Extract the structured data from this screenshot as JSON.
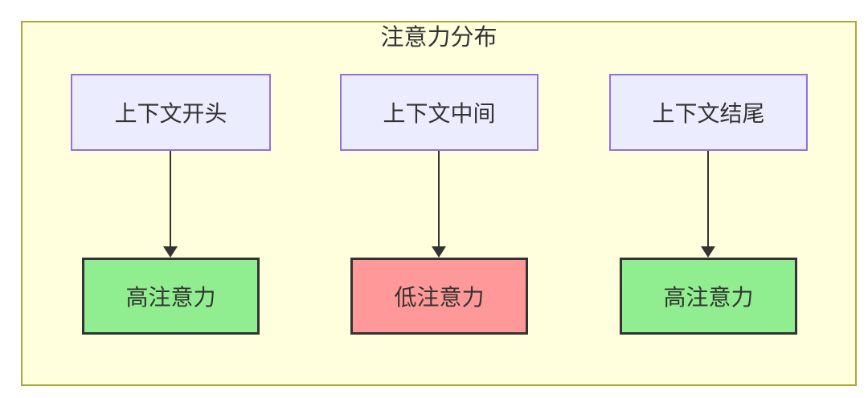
{
  "diagram": {
    "title": "注意力分布",
    "columns": [
      {
        "source": "上下文开头",
        "result": "高注意力",
        "level": "high"
      },
      {
        "source": "上下文中间",
        "result": "低注意力",
        "level": "low"
      },
      {
        "source": "上下文结尾",
        "result": "高注意力",
        "level": "high"
      }
    ],
    "connections": [
      {
        "from": "上下文开头",
        "to": "高注意力",
        "style": "arrow-down"
      },
      {
        "from": "上下文中间",
        "to": "低注意力",
        "style": "arrow-down"
      },
      {
        "from": "上下文结尾",
        "to": "高注意力",
        "style": "arrow-down"
      }
    ],
    "colors": {
      "container_bg": "#ffffde",
      "container_border": "#aaaa33",
      "source_node_bg": "#ececff",
      "source_node_border": "#9370db",
      "high_attention_bg": "#90ee90",
      "low_attention_bg": "#ff9999",
      "result_node_border": "#333333",
      "arrow": "#333333",
      "text": "#333333"
    }
  }
}
